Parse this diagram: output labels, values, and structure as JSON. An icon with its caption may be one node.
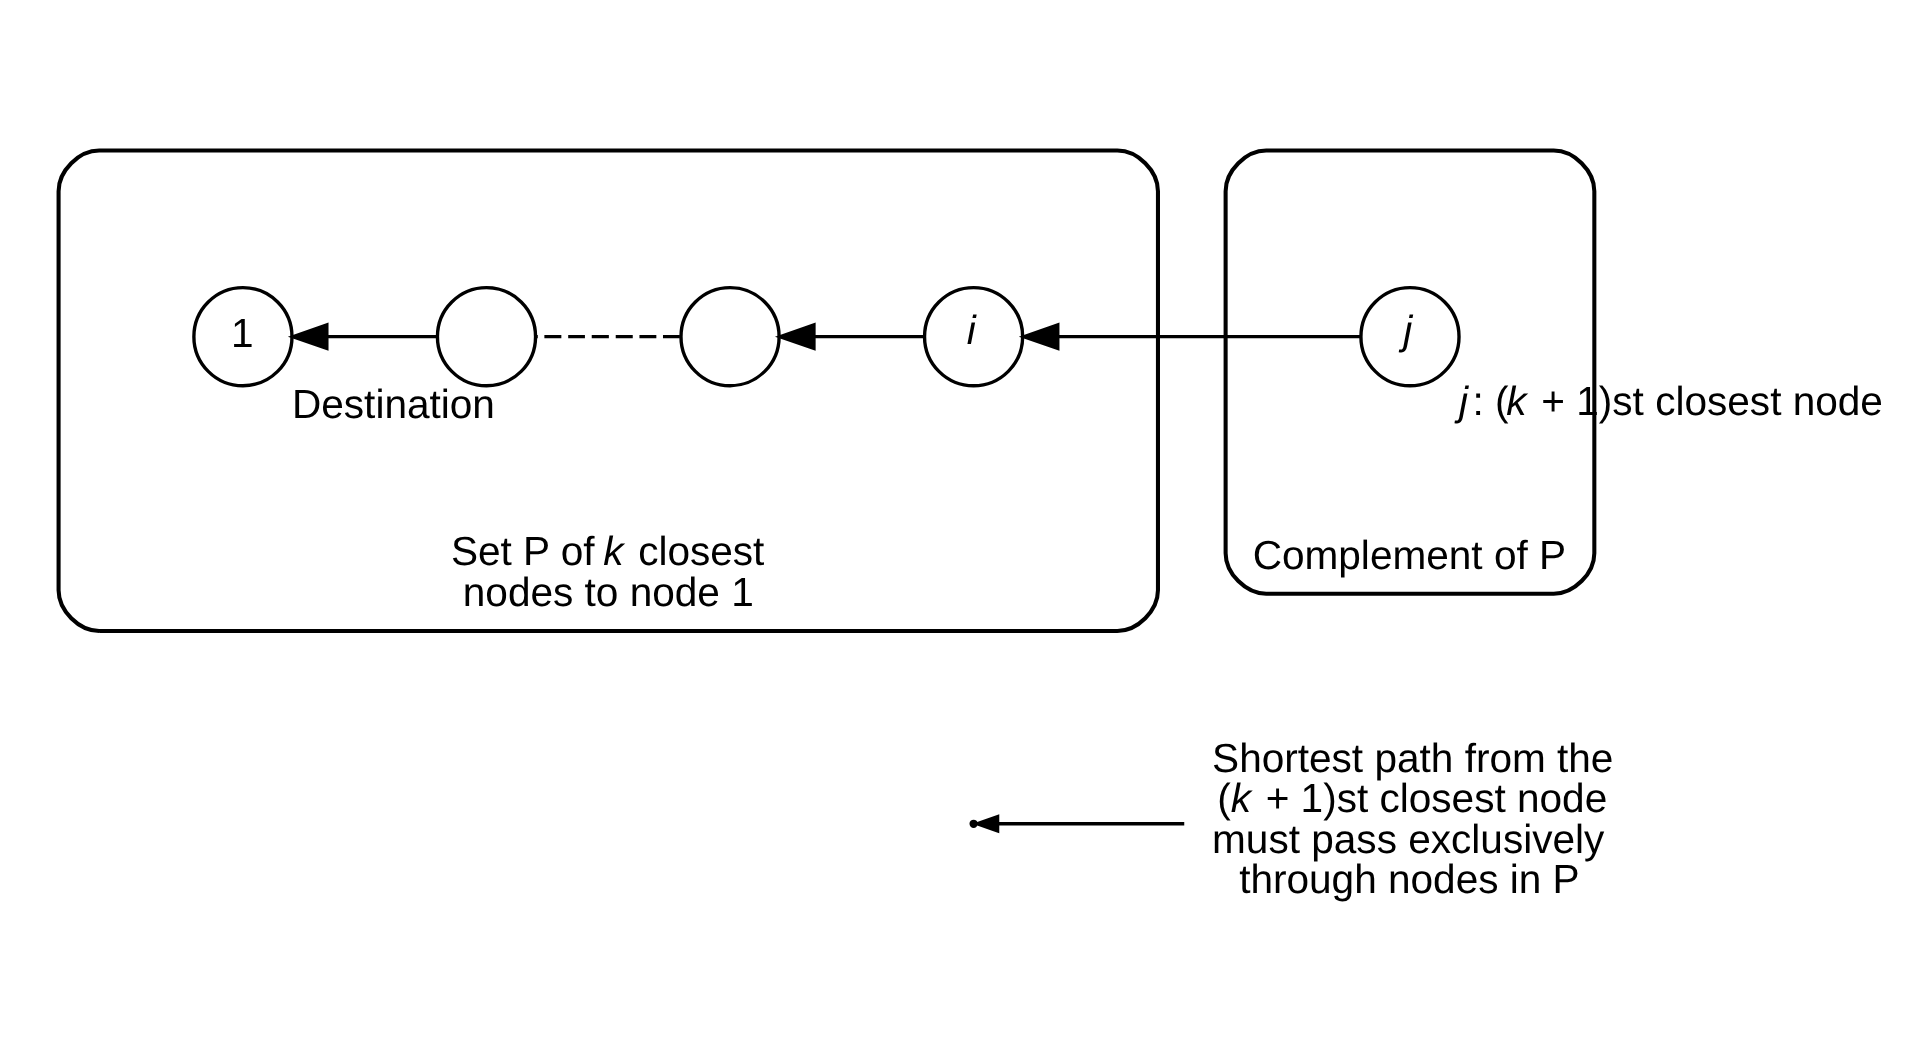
{
  "diagram": {
    "nodes": [
      {
        "text": [
          "Shortest path from the (*k* + 1)st closest node must pass exclusively through nodes in P"
        ]
      },
      {
        "text": [
          "Set P of *k* closest nodes to node 1"
        ]
      },
      {
        "text": [
          "1"
        ],
        "in": 1,
        "beside": [
          "Destination"
        ]
      },
      {
        "text": [],
        "shape": "circle",
        "in": 1
      },
      {
        "text": [],
        "shape": "circle",
        "in": 1
      },
      {
        "text": [
          "i"
        ],
        "in": 1
      },
      {
        "text": [
          "Complement of P"
        ]
      },
      {
        "text": [
          "j"
        ],
        "in": 6,
        "beside": [
          "*j*: (*k* + 1)st closest node"
        ]
      }
    ],
    "edges": [
      {
        "from": 7,
        "to": 5,
        "arrow": "to"
      },
      {
        "from": 5,
        "to": 4,
        "arrow": "to"
      },
      {
        "from": 4,
        "to": 3,
        "arrow": "none",
        "style": "dashed"
      },
      {
        "from": 3,
        "to": 2,
        "arrow": "to"
      },
      {
        "from": 0,
        "to": null,
        "arrow": "to"
      }
    ]
  }
}
